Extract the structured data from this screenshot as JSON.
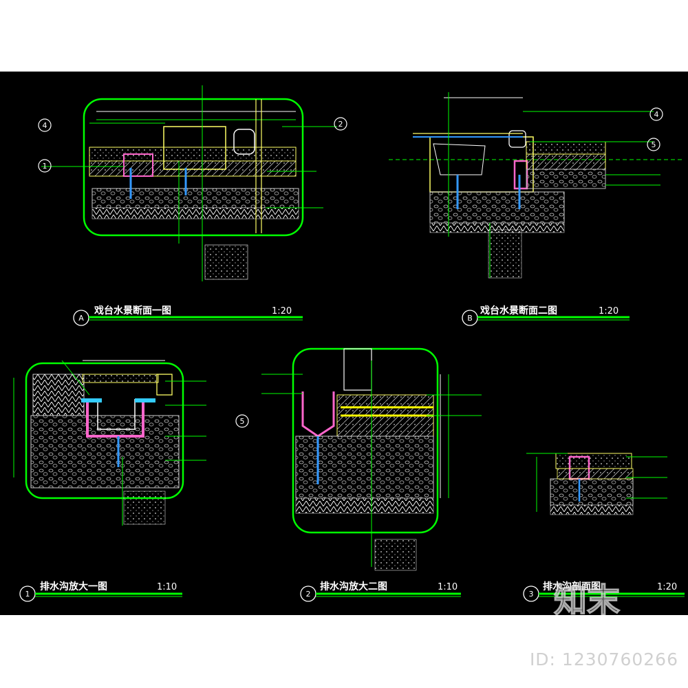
{
  "colors": {
    "background": "#000000",
    "frame": "#00ff00",
    "hatch": "#ffff66",
    "pipe": "#ff66cc",
    "water": "#3366ff",
    "cyan": "#33ccff",
    "label": "#ffffff",
    "watermark": "#d9d9d9"
  },
  "drawings": [
    {
      "marker": "A",
      "title": "戏台水景断面一图",
      "scale": "1:20"
    },
    {
      "marker": "B",
      "title": "戏台水景断面二图",
      "scale": "1:20"
    },
    {
      "marker": "1",
      "title": "排水沟放大一图",
      "scale": "1:10"
    },
    {
      "marker": "2",
      "title": "排水沟放大二图",
      "scale": "1:10"
    },
    {
      "marker": "3",
      "title": "排水沟剖面图",
      "scale": "1:20"
    }
  ],
  "callouts": {
    "a1": "4",
    "a2": "2",
    "a3": "1",
    "b1": "4",
    "b2": "5",
    "d2": "5"
  },
  "watermark": {
    "logo_text": "知末",
    "id_text": "ID: 1230760266"
  }
}
